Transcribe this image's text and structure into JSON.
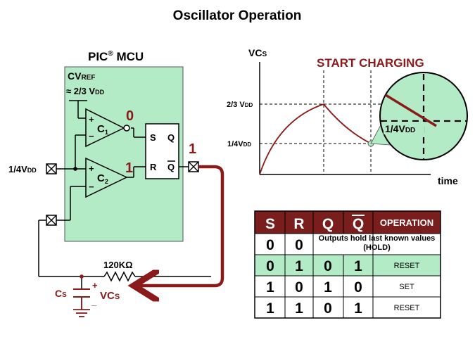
{
  "title": "Oscillator Operation",
  "mcu": {
    "label": "PIC",
    "reg": "®",
    "suffix": " MCU",
    "cvref_line1": "CV",
    "cvref_sub": "REF",
    "cvref_line2": "≈ 2/3 V",
    "cvref_line2_sub": "DD",
    "comp1_label": "C",
    "comp1_sub": "1",
    "comp2_label": "C",
    "comp2_sub": "2",
    "plus": "+",
    "minus": "−",
    "latch_s": "S",
    "latch_r": "R",
    "latch_q": "Q",
    "latch_qbar": "Q",
    "comp1_state": "0",
    "comp2_state": "1",
    "out_state": "1",
    "pin_label": "1/4V",
    "pin_label_sub": "DD"
  },
  "rc": {
    "resistor": "120KΩ",
    "cap": "C",
    "cap_sub": "S",
    "vcs_plus": "+",
    "vcs": "VC",
    "vcs_sub": "S",
    "vcs_minus": "_"
  },
  "graph": {
    "ylabel": "VC",
    "ylabel_sub": "S",
    "xlabel": "time",
    "level_high": "2/3 V",
    "level_high_sub": "DD",
    "level_low": "1/4V",
    "level_low_sub": "DD",
    "annotation": "START CHARGING",
    "zoom_label": "1/4V",
    "zoom_label_sub": "DD"
  },
  "table": {
    "headers": [
      "S",
      "R",
      "Q",
      "Q",
      "OPERATION"
    ],
    "rows": [
      {
        "s": "0",
        "r": "0",
        "q": "",
        "qbar": "",
        "op": "Outputs hold last known values (HOLD)"
      },
      {
        "s": "0",
        "r": "1",
        "q": "0",
        "qbar": "1",
        "op": "RESET"
      },
      {
        "s": "1",
        "r": "0",
        "q": "1",
        "qbar": "0",
        "op": "SET"
      },
      {
        "s": "1",
        "r": "1",
        "q": "0",
        "qbar": "1",
        "op": "RESET"
      }
    ]
  },
  "colors": {
    "mcu_bg": "#b3ebc7",
    "dark_red": "#8b1a1a",
    "table_header": "#7a1d1d",
    "reset_row": "#b3ebc7"
  }
}
